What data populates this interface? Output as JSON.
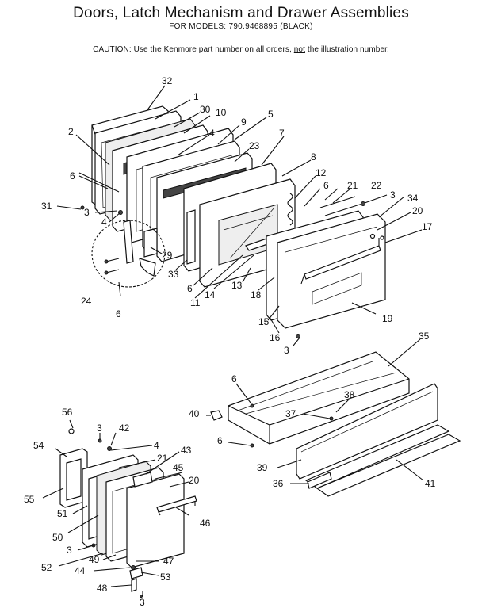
{
  "header": {
    "title": "Doors, Latch Mechanism and Drawer Assemblies",
    "subtitle": "FOR MODELS: 790.9468895  (BLACK)",
    "caution_prefix": "CAUTION:  Use the Kenmore part number on all orders, ",
    "caution_emphasis": "not",
    "caution_suffix": " the illustration number."
  },
  "callouts": [
    {
      "id": "c32",
      "text": "32"
    },
    {
      "id": "c1",
      "text": "1"
    },
    {
      "id": "c30",
      "text": "30"
    },
    {
      "id": "c10",
      "text": "10"
    },
    {
      "id": "c5",
      "text": "5"
    },
    {
      "id": "c9",
      "text": "9"
    },
    {
      "id": "c2",
      "text": "2"
    },
    {
      "id": "c4a",
      "text": "4"
    },
    {
      "id": "c23",
      "text": "23"
    },
    {
      "id": "c7",
      "text": "7"
    },
    {
      "id": "c8",
      "text": "8"
    },
    {
      "id": "c6a",
      "text": "6"
    },
    {
      "id": "c12",
      "text": "12"
    },
    {
      "id": "c6b",
      "text": "6"
    },
    {
      "id": "c21a",
      "text": "21"
    },
    {
      "id": "c22",
      "text": "22"
    },
    {
      "id": "c3a",
      "text": "3"
    },
    {
      "id": "c34",
      "text": "34"
    },
    {
      "id": "c31",
      "text": "31"
    },
    {
      "id": "c3b",
      "text": "3"
    },
    {
      "id": "c20a",
      "text": "20"
    },
    {
      "id": "c4b",
      "text": "4"
    },
    {
      "id": "c17",
      "text": "17"
    },
    {
      "id": "c29",
      "text": "29"
    },
    {
      "id": "c33",
      "text": "33"
    },
    {
      "id": "c6c",
      "text": "6"
    },
    {
      "id": "c11",
      "text": "11"
    },
    {
      "id": "c14",
      "text": "14"
    },
    {
      "id": "c13",
      "text": "13"
    },
    {
      "id": "c18",
      "text": "18"
    },
    {
      "id": "c24",
      "text": "24"
    },
    {
      "id": "c6d",
      "text": "6"
    },
    {
      "id": "c15",
      "text": "15"
    },
    {
      "id": "c19",
      "text": "19"
    },
    {
      "id": "c16",
      "text": "16"
    },
    {
      "id": "c3c",
      "text": "3"
    },
    {
      "id": "c35",
      "text": "35"
    },
    {
      "id": "c6e",
      "text": "6"
    },
    {
      "id": "c38",
      "text": "38"
    },
    {
      "id": "c40",
      "text": "40"
    },
    {
      "id": "c37",
      "text": "37"
    },
    {
      "id": "c6f",
      "text": "6"
    },
    {
      "id": "c39",
      "text": "39"
    },
    {
      "id": "c36",
      "text": "36"
    },
    {
      "id": "c41",
      "text": "41"
    },
    {
      "id": "c56",
      "text": "56"
    },
    {
      "id": "c3d",
      "text": "3"
    },
    {
      "id": "c42",
      "text": "42"
    },
    {
      "id": "c4c",
      "text": "4"
    },
    {
      "id": "c54",
      "text": "54"
    },
    {
      "id": "c21b",
      "text": "21"
    },
    {
      "id": "c43",
      "text": "43"
    },
    {
      "id": "c45",
      "text": "45"
    },
    {
      "id": "c20b",
      "text": "20"
    },
    {
      "id": "c55",
      "text": "55"
    },
    {
      "id": "c51",
      "text": "51"
    },
    {
      "id": "c46",
      "text": "46"
    },
    {
      "id": "c50",
      "text": "50"
    },
    {
      "id": "c3e",
      "text": "3"
    },
    {
      "id": "c49",
      "text": "49"
    },
    {
      "id": "c47",
      "text": "47"
    },
    {
      "id": "c52",
      "text": "52"
    },
    {
      "id": "c44",
      "text": "44"
    },
    {
      "id": "c53",
      "text": "53"
    },
    {
      "id": "c48",
      "text": "48"
    },
    {
      "id": "c3f",
      "text": "3"
    }
  ]
}
